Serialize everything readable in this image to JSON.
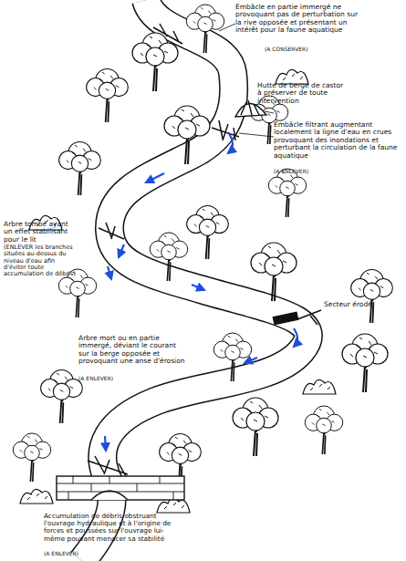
{
  "diagram": {
    "labels": [
      "Embâcle en partie immergé ne provoquant pas de perturbation sur la rive opposée et présentant un intérêt pour la faune aquatique",
      "(A CONSERVER)",
      "Hutte de berge de castor à préserver de toute intervention",
      "Embâcle filtrant augmentant localement la ligne d'eau en crues provoquant des inondations et perturbant la circulation de la faune aquatique",
      "(A ENLEVER)",
      "Arbre tombé ayant un effet stabilisant pour le lit",
      "(ENLEVER les branches situées au-dessus du niveau d'eau afin d'éviter toute accumulation de débris)",
      "Secteur érodé",
      "Arbre mort ou en partie immergé, déviant le courant sur la berge opposée et provoquant une anse d'érosion",
      "(A ENLEVER)",
      "Accumulation de débris obstruant l'ouvrage hydraulique et à l'origine de forces et poussées sur l'ouvrage lui-même pouvant menacer sa stabilité",
      "(A ENLEVER)"
    ]
  }
}
